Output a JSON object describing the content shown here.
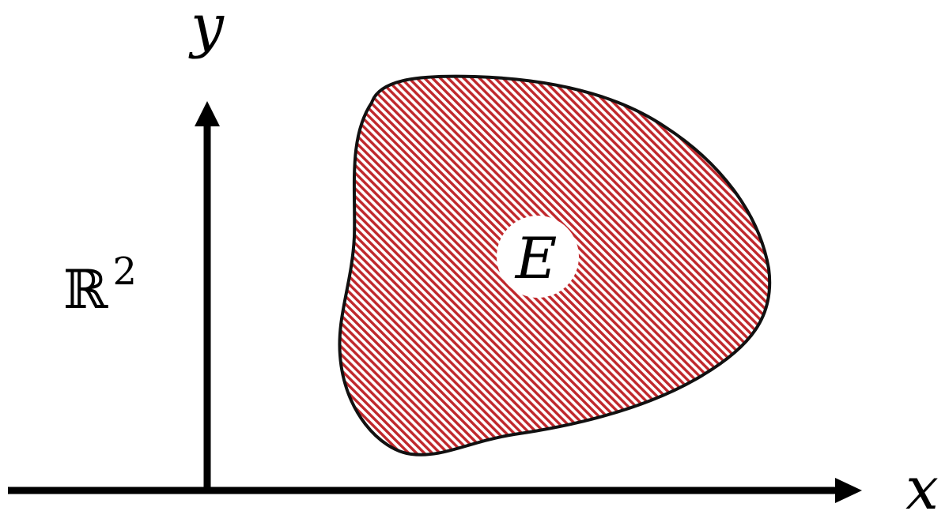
{
  "diagram": {
    "axis_x_label": "x",
    "axis_y_label": "y",
    "space_label_base": "ℝ",
    "space_label_exponent": "2",
    "region_label": "E",
    "region_fill_color": "#c0282c",
    "region_outline_color": "#111111",
    "axis_color": "#000000",
    "background_color": "#ffffff"
  }
}
